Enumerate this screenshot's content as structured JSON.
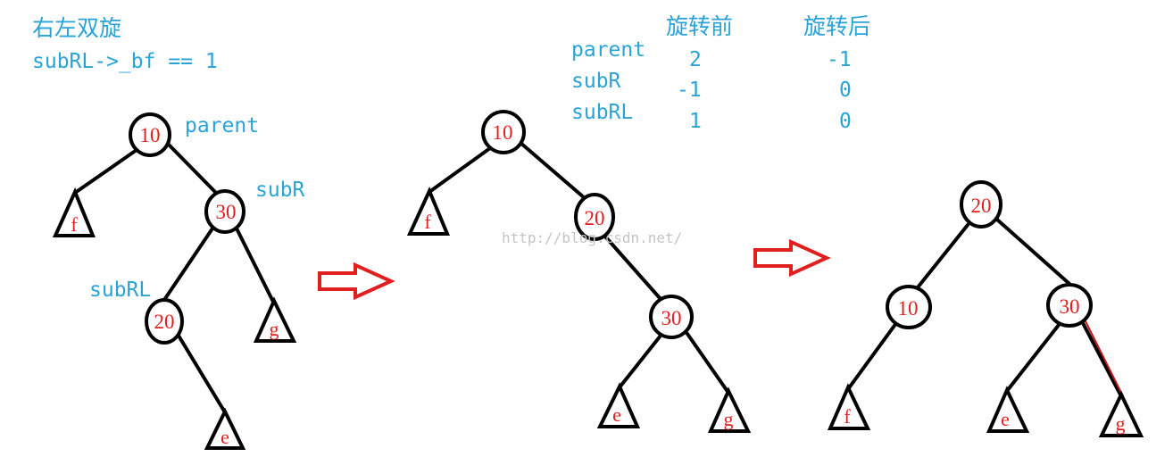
{
  "header": {
    "title": "右左双旋",
    "condition": "subRL->_bf == 1"
  },
  "labels": {
    "parent": "parent",
    "subR": "subR",
    "subRL": "subRL"
  },
  "bf_table": {
    "col_before": "旋转前",
    "col_after": "旋转后",
    "rows": [
      {
        "name": "parent",
        "before": "2",
        "after": "-1"
      },
      {
        "name": "subR",
        "before": "-1",
        "after": "0"
      },
      {
        "name": "subRL",
        "before": "1",
        "after": "0"
      }
    ]
  },
  "watermark": "http://blog.csdn.net/",
  "trees": {
    "t1": {
      "n10": "10",
      "n30": "30",
      "n20": "20",
      "f": "f",
      "g": "g",
      "e": "e"
    },
    "t2": {
      "n10": "10",
      "n20": "20",
      "n30": "30",
      "f": "f",
      "e": "e",
      "g": "g"
    },
    "t3": {
      "n20": "20",
      "n10": "10",
      "n30": "30",
      "f": "f",
      "e": "e",
      "g": "g"
    }
  },
  "colors": {
    "annotation": "#29a3d8",
    "node_text": "#e02020",
    "arrow": "#e02020",
    "edges": "#000000"
  }
}
